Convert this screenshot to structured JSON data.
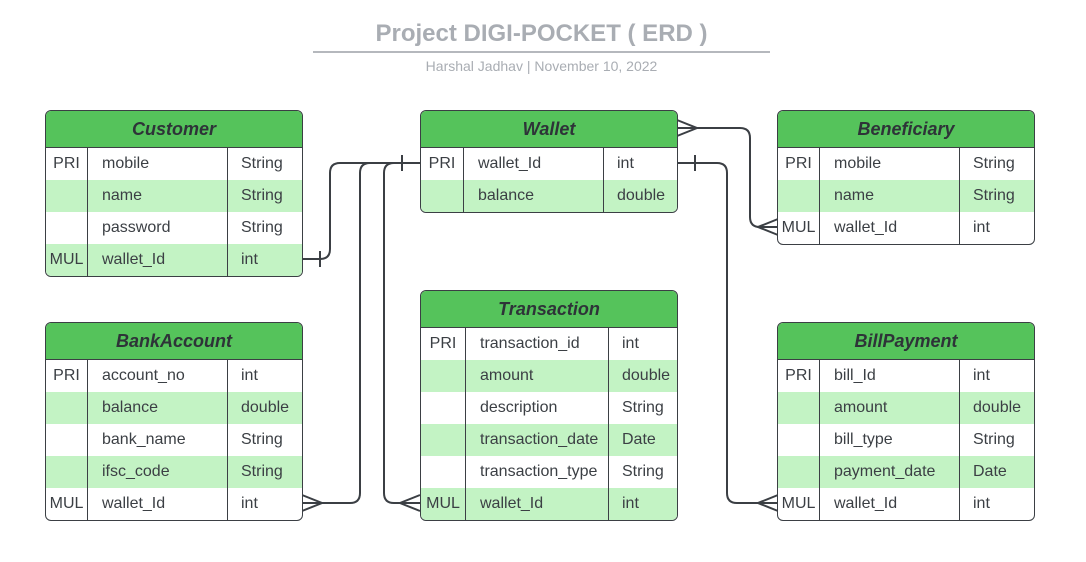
{
  "header": {
    "title": "Project DIGI-POCKET ( ERD )",
    "subtitle": "Harshal Jadhav  |  November 10, 2022"
  },
  "colors": {
    "header_green": "#55c35b",
    "row_light_green": "#c3f3c4",
    "border": "#3b3f44",
    "title_gray": "#a9adb3"
  },
  "entities": {
    "customer": {
      "name": "Customer",
      "rows": [
        {
          "key": "PRI",
          "field": "mobile",
          "type": "String"
        },
        {
          "key": "",
          "field": "name",
          "type": "String"
        },
        {
          "key": "",
          "field": "password",
          "type": "String"
        },
        {
          "key": "MUL",
          "field": "wallet_Id",
          "type": "int"
        }
      ]
    },
    "wallet": {
      "name": "Wallet",
      "rows": [
        {
          "key": "PRI",
          "field": "wallet_Id",
          "type": "int"
        },
        {
          "key": "",
          "field": "balance",
          "type": "double"
        }
      ]
    },
    "beneficiary": {
      "name": "Beneficiary",
      "rows": [
        {
          "key": "PRI",
          "field": "mobile",
          "type": "String"
        },
        {
          "key": "",
          "field": "name",
          "type": "String"
        },
        {
          "key": "MUL",
          "field": "wallet_Id",
          "type": "int"
        }
      ]
    },
    "bankaccount": {
      "name": "BankAccount",
      "rows": [
        {
          "key": "PRI",
          "field": "account_no",
          "type": "int"
        },
        {
          "key": "",
          "field": "balance",
          "type": "double"
        },
        {
          "key": "",
          "field": "bank_name",
          "type": "String"
        },
        {
          "key": "",
          "field": "ifsc_code",
          "type": "String"
        },
        {
          "key": "MUL",
          "field": "wallet_Id",
          "type": "int"
        }
      ]
    },
    "transaction": {
      "name": "Transaction",
      "rows": [
        {
          "key": "PRI",
          "field": "transaction_id",
          "type": "int"
        },
        {
          "key": "",
          "field": "amount",
          "type": "double"
        },
        {
          "key": "",
          "field": "description",
          "type": "String"
        },
        {
          "key": "",
          "field": "transaction_date",
          "type": "Date"
        },
        {
          "key": "",
          "field": "transaction_type",
          "type": "String"
        },
        {
          "key": "MUL",
          "field": "wallet_Id",
          "type": "int"
        }
      ]
    },
    "billpayment": {
      "name": "BillPayment",
      "rows": [
        {
          "key": "PRI",
          "field": "bill_Id",
          "type": "int"
        },
        {
          "key": "",
          "field": "amount",
          "type": "double"
        },
        {
          "key": "",
          "field": "bill_type",
          "type": "String"
        },
        {
          "key": "",
          "field": "payment_date",
          "type": "Date"
        },
        {
          "key": "MUL",
          "field": "wallet_Id",
          "type": "int"
        }
      ]
    }
  }
}
